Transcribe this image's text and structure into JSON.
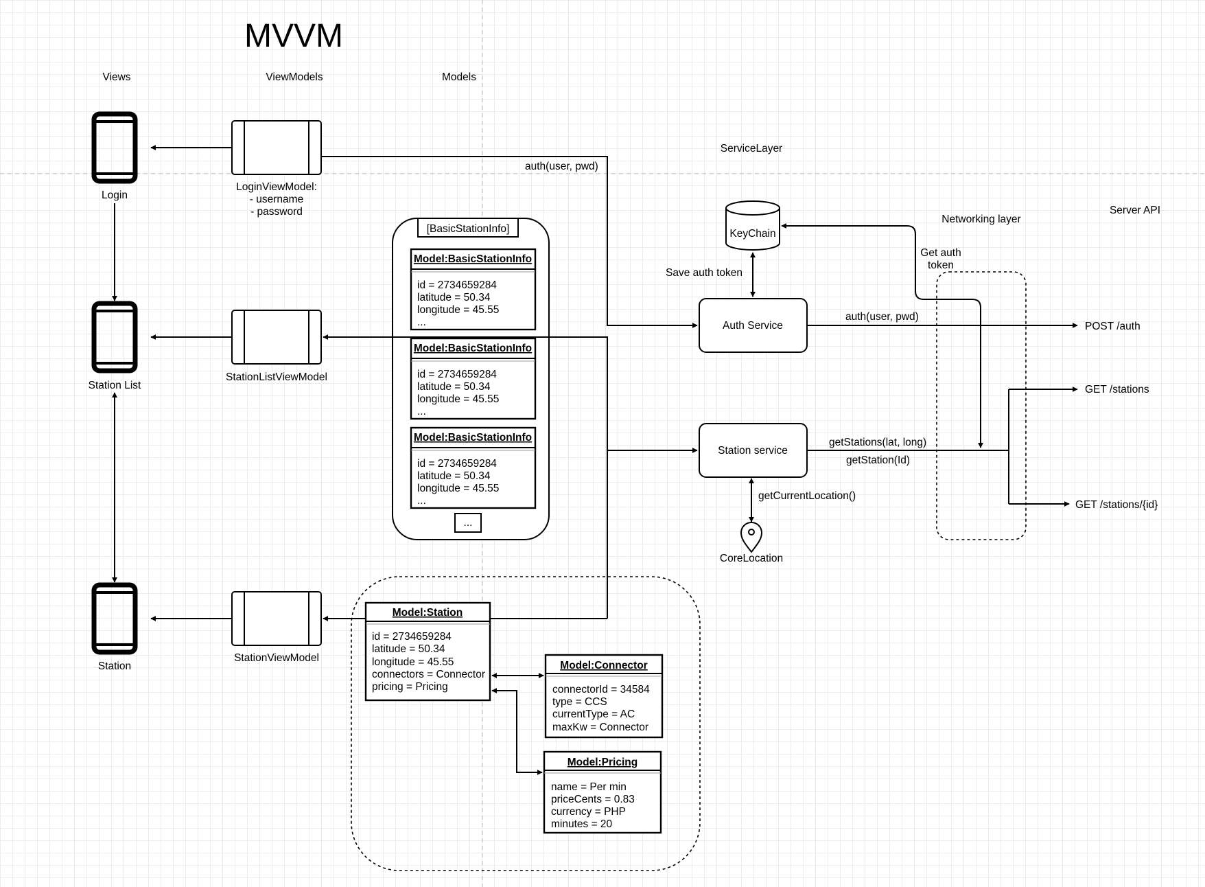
{
  "title": "MVVM",
  "columns": {
    "views": "Views",
    "viewmodels": "ViewModels",
    "models": "Models",
    "service_layer": "ServiceLayer",
    "networking_layer": "Networking layer",
    "server_api": "Server API"
  },
  "views": {
    "login": "Login",
    "station_list": "Station List",
    "station": "Station"
  },
  "viewmodels": {
    "login": [
      "LoginViewModel:",
      "- username",
      "- password"
    ],
    "station_list": "StationListViewModel",
    "station": "StationViewModel"
  },
  "basic_station_list": {
    "title": "[BasicStationInfo]",
    "items": [
      {
        "header": "Model:BasicStationInfo",
        "lines": [
          "id = 2734659284",
          "latitude = 50.34",
          "longitude = 45.55",
          "..."
        ]
      },
      {
        "header": "Model:BasicStationInfo",
        "lines": [
          "id = 2734659284",
          "latitude = 50.34",
          "longitude = 45.55",
          "..."
        ]
      },
      {
        "header": "Model:BasicStationInfo",
        "lines": [
          "id = 2734659284",
          "latitude = 50.34",
          "longitude = 45.55",
          "..."
        ]
      }
    ],
    "more": "..."
  },
  "station_model": {
    "header": "Model:Station",
    "lines": [
      "id = 2734659284",
      "latitude = 50.34",
      "longitude = 45.55",
      "connectors = Connector",
      "pricing = Pricing"
    ]
  },
  "connector_model": {
    "header": "Model:Connector",
    "lines": [
      "connectorId = 34584",
      "type = CCS",
      "currentType = AC",
      "maxKw = Connector"
    ]
  },
  "pricing_model": {
    "header": "Model:Pricing",
    "lines": [
      "name = Per min",
      "priceCents = 0.83",
      "currency = PHP",
      "minutes = 20"
    ]
  },
  "services": {
    "auth": "Auth Service",
    "station": "Station service",
    "keychain": "KeyChain",
    "core_location": "CoreLocation"
  },
  "edges": {
    "auth_call": "auth(user, pwd)",
    "auth_call_net": "auth(user, pwd)",
    "save_token": "Save auth token",
    "get_token": [
      "Get auth",
      "token"
    ],
    "get_stations": "getStations(lat, long)",
    "get_station": "getStation(Id)",
    "get_location": "getCurrentLocation()"
  },
  "endpoints": {
    "post_auth": "POST /auth",
    "get_stations": "GET /stations",
    "get_station": "GET /stations/{id}"
  }
}
